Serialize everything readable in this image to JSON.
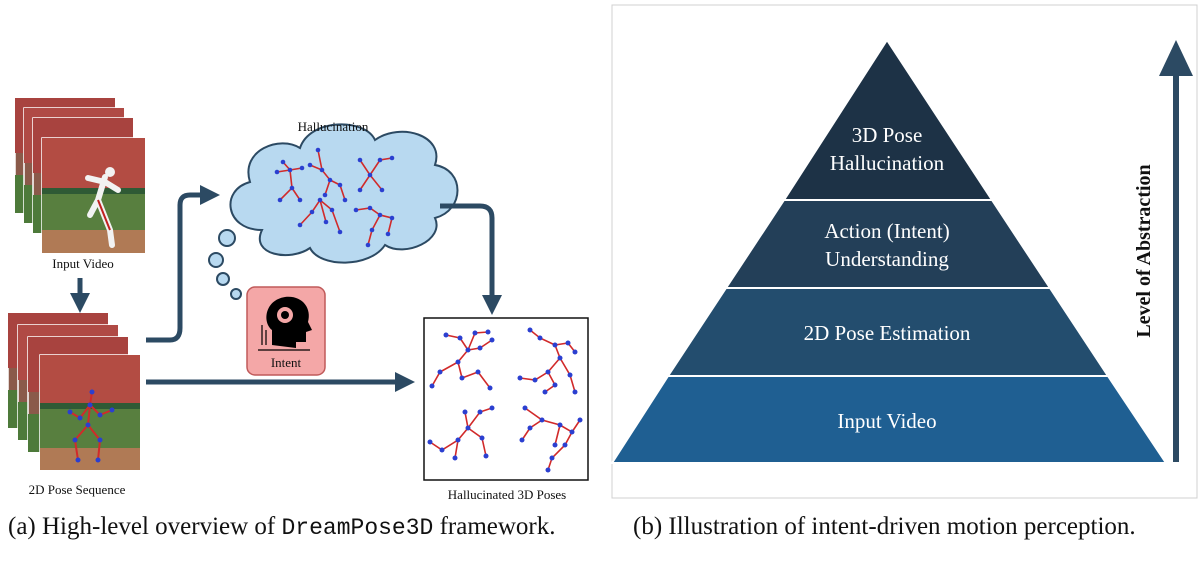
{
  "panel_a": {
    "input_video_label": "Input Video",
    "pose_sequence_label": "2D Pose Sequence",
    "hallucination_label": "Hallucination",
    "intent_label": "Intent",
    "hallucinated_poses_label": "Hallucinated 3D Poses",
    "caption_prefix": "(a) High-level overview of ",
    "caption_code": "DreamPose3D",
    "caption_suffix": " framework."
  },
  "panel_b": {
    "pyramid_levels": [
      {
        "lines": [
          "3D Pose",
          "Hallucination"
        ],
        "color": "#1d3246"
      },
      {
        "lines": [
          "Action (Intent)",
          "Understanding"
        ],
        "color": "#233f58"
      },
      {
        "lines": [
          "2D Pose Estimation"
        ],
        "color": "#234d6e"
      },
      {
        "lines": [
          "Input Video"
        ],
        "color": "#1f5f92"
      }
    ],
    "axis_label": "Level of Abstraction",
    "caption": "(b) Illustration of intent-driven motion perception."
  },
  "colors": {
    "arrow": "#2c4a63",
    "cloud_fill": "#b8d9f0",
    "intent_fill": "#f4a7a7",
    "bone": "#d12a2a",
    "joint": "#2b3fd0"
  }
}
